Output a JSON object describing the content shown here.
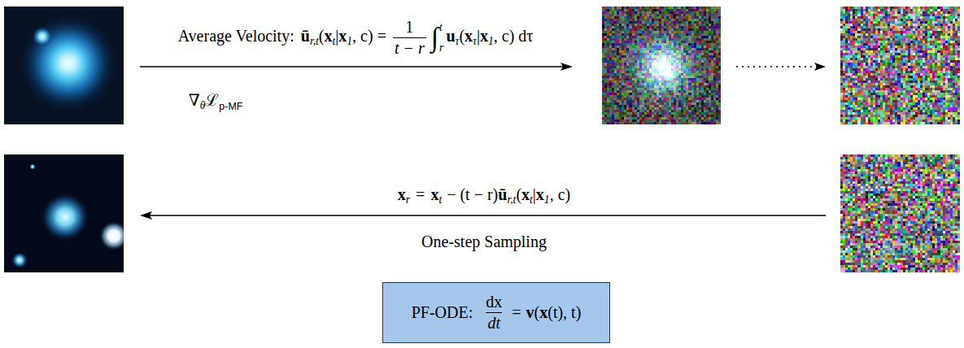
{
  "diagram": {
    "nodes": [
      {
        "text": [
          "PF-ODE:",
          "dx",
          "dt",
          "=",
          "v",
          "(",
          "x",
          "(t), t)"
        ]
      }
    ],
    "labels": [
      "Average Velocity:",
      "ū",
      "r,t",
      "(",
      "x",
      "t",
      "|",
      "x",
      "1",
      ", c) =",
      "1",
      "t − r",
      "∫",
      "t",
      "r",
      "u",
      "τ",
      "(",
      "x",
      "τ",
      "|",
      "x",
      "1",
      ", c) dτ",
      "∇",
      "θ",
      "ℒ",
      "p-MF",
      "x",
      "r",
      "=",
      "x",
      "t",
      "− (t − r)",
      "ū",
      "r,t",
      "(",
      "x",
      "t",
      "|",
      "x",
      "1",
      ", c)",
      "One-step Sampling"
    ]
  }
}
